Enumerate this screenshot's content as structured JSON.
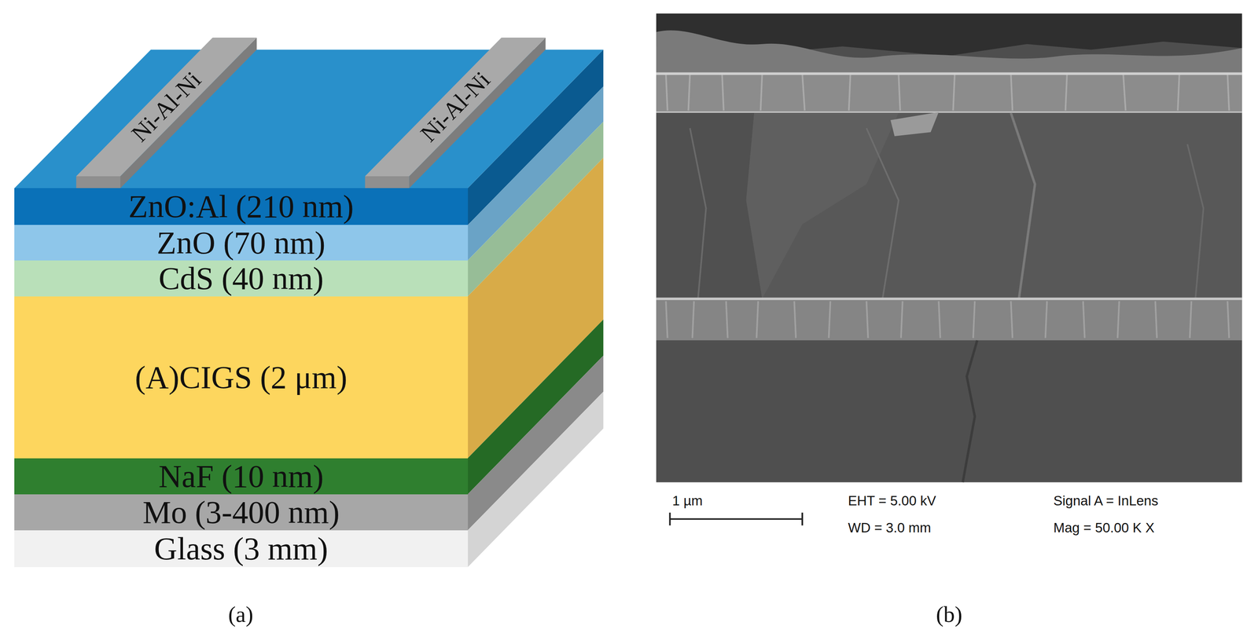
{
  "diagram": {
    "nodes": [
      {
        "text": [
          "Ni-Al-Ni"
        ]
      },
      {
        "text": [
          "Ni-Al-Ni"
        ]
      },
      {
        "text": [
          "ZnO:Al (210 nm)"
        ]
      },
      {
        "text": [
          "ZnO (70 nm)"
        ]
      },
      {
        "text": [
          "CdS (40 nm)"
        ]
      },
      {
        "text": [
          "(A)CIGS (2 μm)"
        ]
      },
      {
        "text": [
          "NaF (10 nm)"
        ]
      },
      {
        "text": [
          "Mo (3-400 nm)"
        ]
      },
      {
        "text": [
          "Glass (3 mm)"
        ]
      }
    ],
    "labels": [
      "(a)",
      "1 µm",
      "EHT = 5.00 kV",
      "WD = 3.0 mm",
      "Signal A = InLens",
      "Mag = 50.00 K X",
      "(b)"
    ]
  }
}
